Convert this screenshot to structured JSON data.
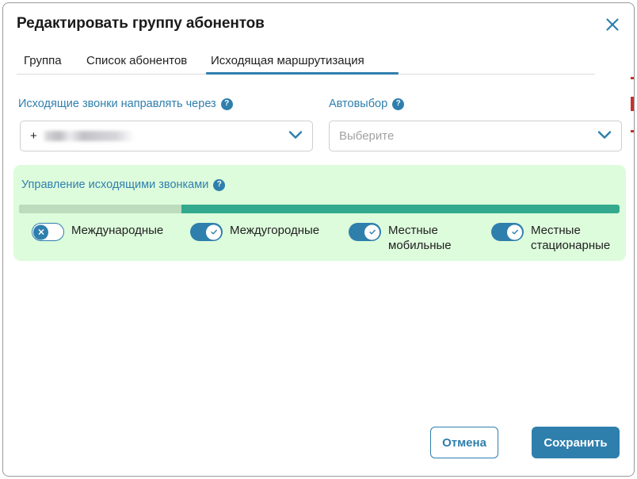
{
  "dialog": {
    "title": "Редактировать группу абонентов",
    "close_icon": "close-icon"
  },
  "tabs": [
    {
      "label": "Группа",
      "active": false
    },
    {
      "label": "Список абонентов",
      "active": false
    },
    {
      "label": "Исходящая маршрутизация",
      "active": true
    }
  ],
  "fields": {
    "route": {
      "label": "Исходящие звонки направлять через",
      "help": "?",
      "value_prefix": "+",
      "value_redacted": true
    },
    "autoselect": {
      "label": "Автовыбор",
      "help": "?",
      "placeholder": "Выберите",
      "value": ""
    }
  },
  "panel": {
    "title": "Управление исходящими звонками",
    "help": "?",
    "meter": {
      "used_percent": 27,
      "used_color": "#bcdcbd",
      "free_color": "#33aa8e"
    },
    "toggles": [
      {
        "label": "Международные",
        "on": false
      },
      {
        "label": "Междугородные",
        "on": true
      },
      {
        "label": "Местные мобильные",
        "on": true
      },
      {
        "label": "Местные стационарные",
        "on": true
      }
    ]
  },
  "footer": {
    "cancel_label": "Отмена",
    "save_label": "Сохранить"
  },
  "colors": {
    "accent": "#2f7fad",
    "panel_bg": "#ddfcdc",
    "meter_free": "#33aa8e"
  }
}
